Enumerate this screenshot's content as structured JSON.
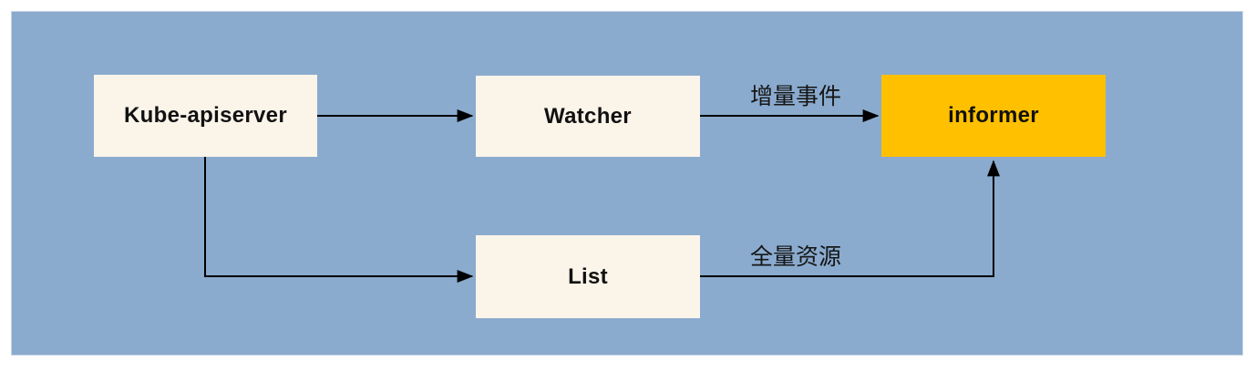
{
  "diagram": {
    "title": "kubernetes informer list-watch diagram",
    "colors": {
      "panel_background": "#8AABCE",
      "node_fill_cream": "#FBF4E9",
      "node_fill_orange": "#FFC000",
      "line_color": "#000000",
      "text_color": "#111111"
    },
    "nodes": [
      {
        "id": "kube-apiserver",
        "label": "Kube-apiserver",
        "fill": "#FBF4E9"
      },
      {
        "id": "watcher",
        "label": "Watcher",
        "fill": "#FBF4E9"
      },
      {
        "id": "informer",
        "label": "informer",
        "fill": "#FFC000"
      },
      {
        "id": "list",
        "label": "List",
        "fill": "#FBF4E9"
      }
    ],
    "edges": [
      {
        "from": "kube-apiserver",
        "to": "watcher",
        "label": ""
      },
      {
        "from": "watcher",
        "to": "informer",
        "label": "增量事件"
      },
      {
        "from": "kube-apiserver",
        "to": "list",
        "label": ""
      },
      {
        "from": "list",
        "to": "informer",
        "label": "全量资源"
      }
    ]
  }
}
